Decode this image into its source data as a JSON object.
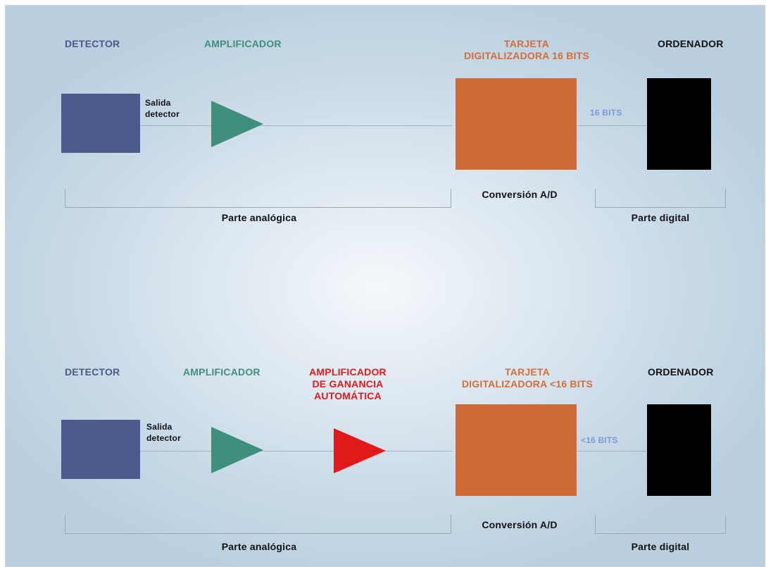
{
  "diagrams": [
    {
      "detector_label": "DETECTOR",
      "amplifier_label": "AMPLIFICADOR",
      "card_label_line1": "TARJETA",
      "card_label_line2": "DIGITALIZADORA 16 BITS",
      "computer_label": "ORDENADOR",
      "detector_output_line1": "Salida",
      "detector_output_line2": "detector",
      "bits_label": "16 BITS",
      "conversion_label": "Conversión A/D",
      "analog_label": "Parte analógica",
      "digital_label": "Parte digital"
    },
    {
      "detector_label": "DETECTOR",
      "amplifier_label": "AMPLIFICADOR",
      "agc_label_line1": "AMPLIFICADOR",
      "agc_label_line2": "DE GANANCIA",
      "agc_label_line3": "AUTOMÁTICA",
      "card_label_line1": "TARJETA",
      "card_label_line2": "DIGITALIZADORA <16 BITS",
      "computer_label": "ORDENADOR",
      "detector_output_line1": "Salida",
      "detector_output_line2": "detector",
      "bits_label": "<16 BITS",
      "conversion_label": "Conversión A/D",
      "analog_label": "Parte analógica",
      "digital_label": "Parte digital"
    }
  ],
  "colors": {
    "detector": "#4a5a8c",
    "amplifier": "#3f8f7c",
    "agc_amplifier": "#e0191b",
    "card": "#cf6b37",
    "computer": "#000000",
    "bits_text": "#7c9ad0"
  }
}
